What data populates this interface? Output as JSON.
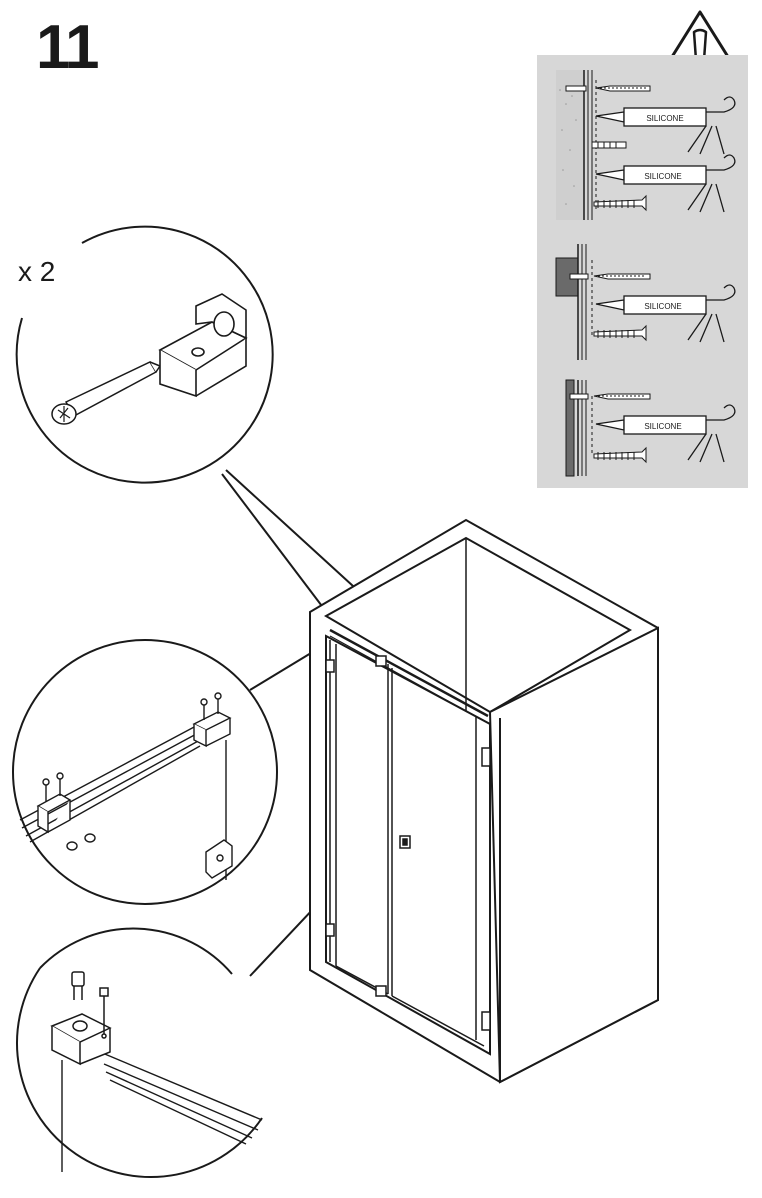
{
  "step": {
    "number": "11"
  },
  "detail": {
    "quantity": "x 2"
  },
  "warning": {
    "panel_color": "#d7d7d7",
    "gun_label_1": "SILICONE",
    "gun_label_2": "SILICONE",
    "gun_label_3": "SILICONE",
    "gun_label_4": "SILICONE",
    "icon": "warning-triangle-icon"
  },
  "colors": {
    "line": "#1a1a1a",
    "wall": "#ffffff"
  }
}
